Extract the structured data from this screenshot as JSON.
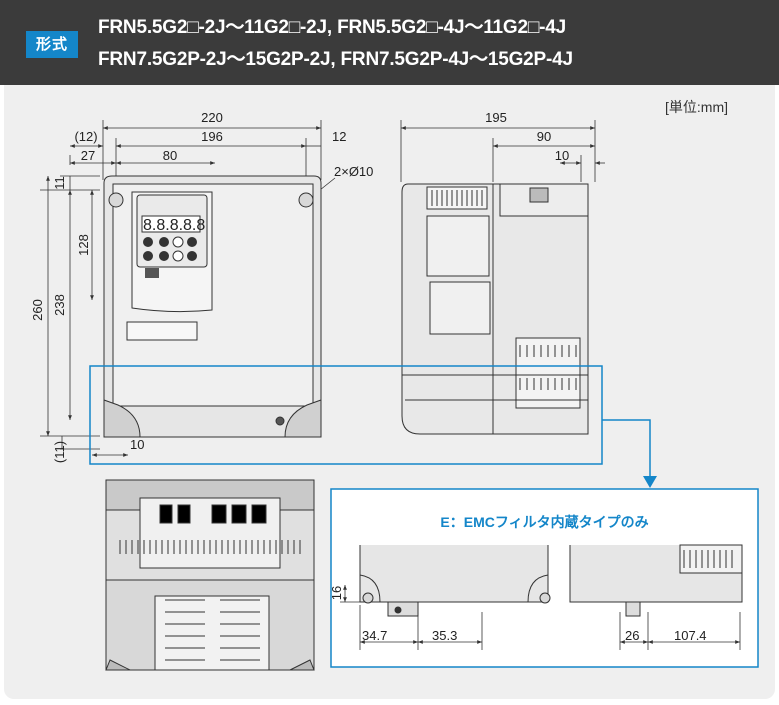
{
  "header": {
    "badge": "形式",
    "line1": "FRN5.5G2□-2J～11G2□-2J, FRN5.5G2□-4J～11G2□-4J",
    "line2": "FRN7.5G2P-2J～15G2P-2J, FRN7.5G2P-4J～15G2P-4J"
  },
  "unit_label": "[単位:mm]",
  "emc_title": "E：EMCフィルタ内蔵タイプのみ",
  "dims": {
    "w220": "220",
    "w196": "196",
    "w12p": "(12)",
    "w12": "12",
    "w27": "27",
    "w80": "80",
    "hole": "2×Ø10",
    "h11": "11",
    "h128": "128",
    "h260": "260",
    "h238": "238",
    "h11p": "(11)",
    "w10": "10",
    "d195": "195",
    "d90": "90",
    "d10": "10",
    "e16": "16",
    "e34": "34.7",
    "e35": "35.3",
    "e26": "26",
    "e107": "107.4"
  },
  "colors": {
    "accent": "#1486c9",
    "header_bg": "#3b3b3b",
    "panel_bg": "#efefef"
  }
}
